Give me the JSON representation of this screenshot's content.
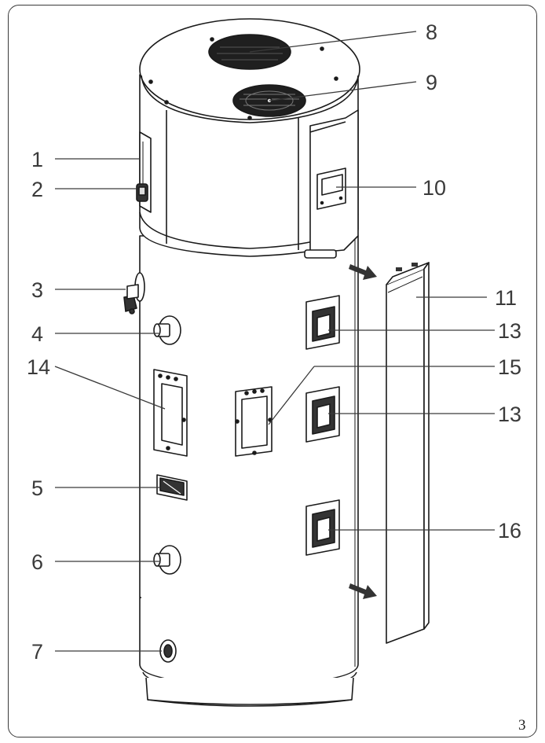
{
  "figure": {
    "page_number": "3",
    "callouts": {
      "c1": "1",
      "c2": "2",
      "c3": "3",
      "c4": "4",
      "c5": "5",
      "c6": "6",
      "c7": "7",
      "c8": "8",
      "c9": "9",
      "c10": "10",
      "c11": "11",
      "c13a": "13",
      "c13b": "13",
      "c14": "14",
      "c15": "15",
      "c16": "16"
    }
  }
}
